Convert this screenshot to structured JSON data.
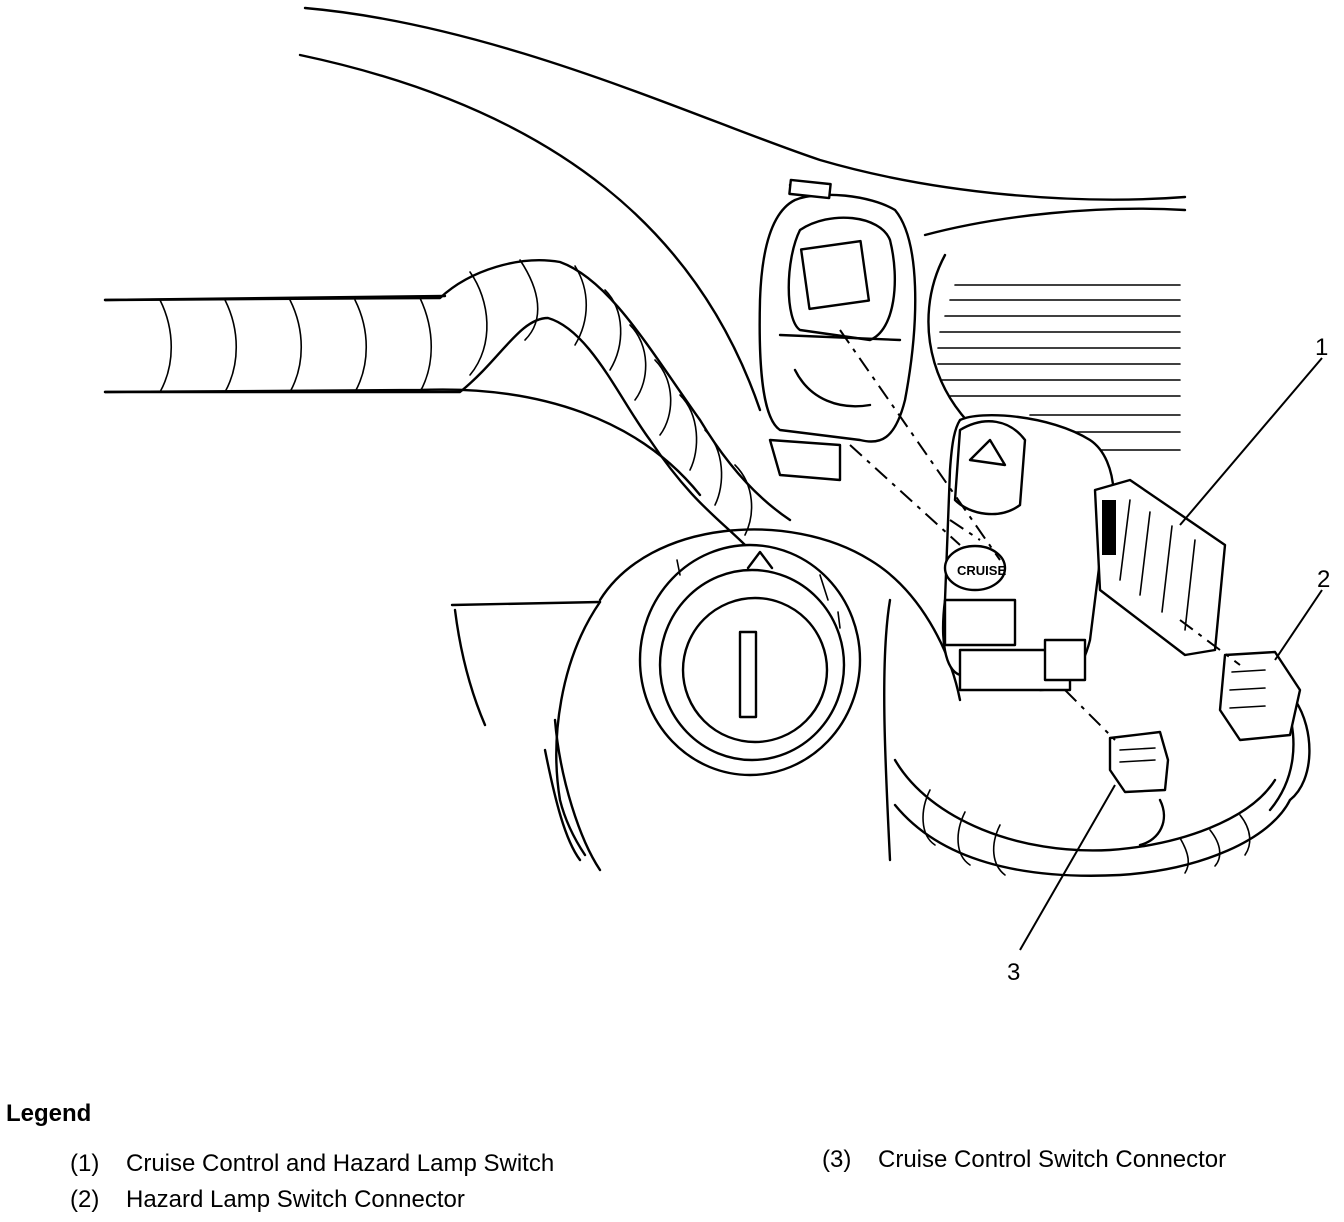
{
  "callouts": [
    "1",
    "2",
    "3"
  ],
  "legend": {
    "title": "Legend",
    "items": [
      {
        "num": "(1)",
        "label": "Cruise Control and Hazard Lamp Switch"
      },
      {
        "num": "(2)",
        "label": "Hazard Lamp Switch Connector"
      },
      {
        "num": "(3)",
        "label": "Cruise Control Switch Connector"
      }
    ]
  },
  "switch_text": "CRUISE"
}
